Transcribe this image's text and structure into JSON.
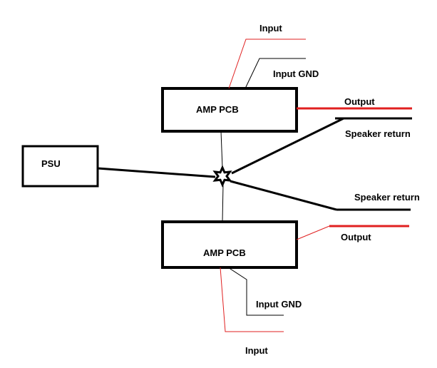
{
  "colors": {
    "signal": "#e02020",
    "ground": "#000000",
    "box_border": "#000000",
    "background": "#ffffff"
  },
  "blocks": {
    "psu": "PSU",
    "amp_top": "AMP PCB",
    "amp_bottom": "AMP PCB"
  },
  "labels": {
    "top_input": "Input",
    "top_input_gnd": "Input GND",
    "top_output": "Output",
    "top_speaker_return": "Speaker return",
    "bottom_speaker_return": "Speaker return",
    "bottom_output": "Output",
    "bottom_input_gnd": "Input GND",
    "bottom_input": "Input"
  },
  "star_ground_icon": "star-ground-icon"
}
